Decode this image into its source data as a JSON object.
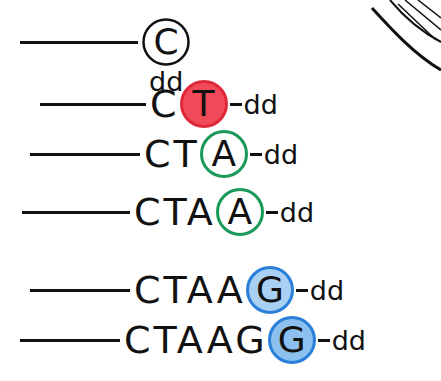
{
  "diagram": {
    "nodes": [
      {
        "text": [
          "C"
        ]
      },
      {
        "text": [
          "T"
        ]
      },
      {
        "text": [
          "A"
        ]
      },
      {
        "text": [
          "A"
        ]
      },
      {
        "text": [
          "G"
        ]
      },
      {
        "text": [
          "G"
        ]
      }
    ],
    "labels": [
      "dd",
      "C",
      "dd",
      "CT",
      "dd",
      "CTA",
      "dd",
      "CTAA",
      "dd",
      "CTAAG",
      "dd"
    ]
  }
}
